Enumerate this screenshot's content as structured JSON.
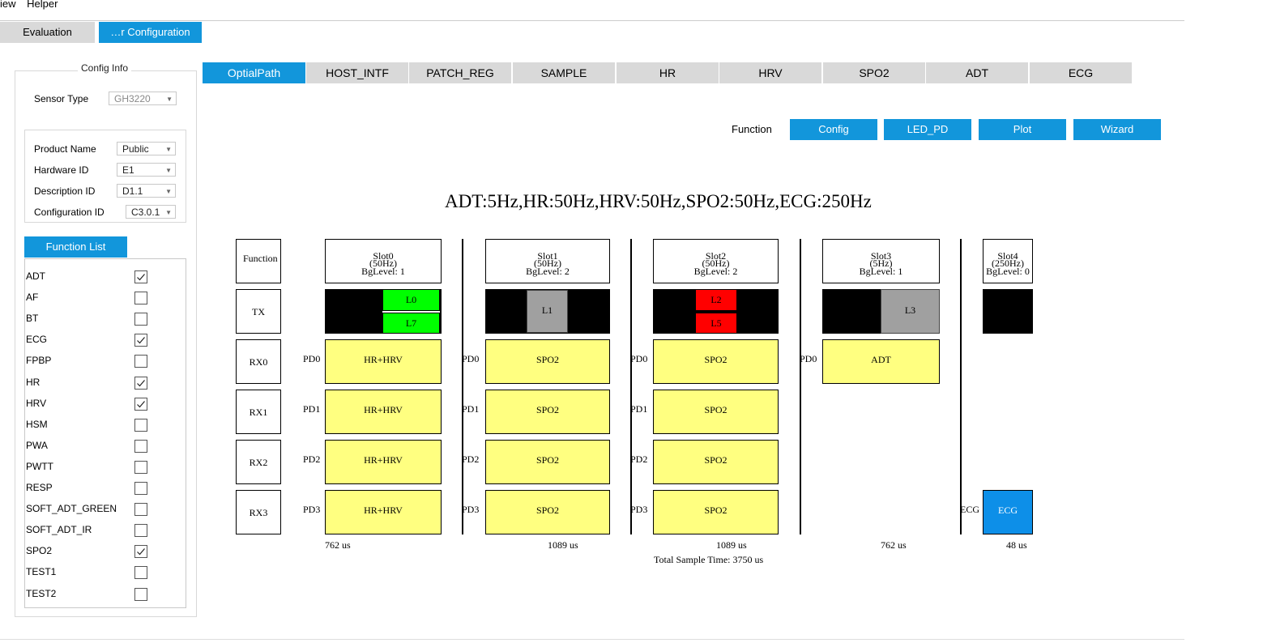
{
  "menu": [
    "iew",
    "Helper"
  ],
  "main_tabs": [
    {
      "label": "Evaluation",
      "active": false
    },
    {
      "label": "…r Configuration",
      "active": true
    }
  ],
  "config_info": {
    "title": "Config Info",
    "sensor_type": {
      "label": "Sensor Type",
      "value": "GH3220"
    },
    "product_name": {
      "label": "Product Name",
      "value": "Public"
    },
    "hardware_id": {
      "label": "Hardware ID",
      "value": "E1"
    },
    "description_id": {
      "label": "Description ID",
      "value": "D1.1"
    },
    "configuration_id": {
      "label": "Configuration ID",
      "value": "C3.0.1"
    }
  },
  "function_list": {
    "title": "Function List",
    "items": [
      {
        "name": "ADT",
        "checked": true
      },
      {
        "name": "AF",
        "checked": false
      },
      {
        "name": "BT",
        "checked": false
      },
      {
        "name": "ECG",
        "checked": true
      },
      {
        "name": "FPBP",
        "checked": false
      },
      {
        "name": "HR",
        "checked": true
      },
      {
        "name": "HRV",
        "checked": true
      },
      {
        "name": "HSM",
        "checked": false
      },
      {
        "name": "PWA",
        "checked": false
      },
      {
        "name": "PWTT",
        "checked": false
      },
      {
        "name": "RESP",
        "checked": false
      },
      {
        "name": "SOFT_ADT_GREEN",
        "checked": false
      },
      {
        "name": "SOFT_ADT_IR",
        "checked": false
      },
      {
        "name": "SPO2",
        "checked": true
      },
      {
        "name": "TEST1",
        "checked": false
      },
      {
        "name": "TEST2",
        "checked": false
      }
    ]
  },
  "sub_tabs": [
    "OptialPath",
    "HOST_INTF",
    "PATCH_REG",
    "SAMPLE",
    "HR",
    "HRV",
    "SPO2",
    "ADT",
    "ECG"
  ],
  "function_bar": {
    "label": "Function",
    "buttons": [
      "Config",
      "LED_PD",
      "Plot",
      "Wizard"
    ]
  },
  "frequency_summary": "ADT:5Hz,HR:50Hz,HRV:50Hz,SPO2:50Hz,ECG:250Hz",
  "diagram": {
    "row_labels": [
      "Function",
      "TX",
      "RX0",
      "RX1",
      "RX2",
      "RX3"
    ],
    "slots": [
      {
        "name": "Slot0",
        "rate": "(50Hz)",
        "bg": "BgLevel: 1",
        "leds": [
          "L0",
          "L7"
        ],
        "pd": [
          "PD0",
          "PD1",
          "PD2",
          "PD3"
        ],
        "rx": [
          "HR+HRV",
          "HR+HRV",
          "HR+HRV",
          "HR+HRV"
        ],
        "time": "762 us"
      },
      {
        "name": "Slot1",
        "rate": "(50Hz)",
        "bg": "BgLevel: 2",
        "leds": [
          "L1"
        ],
        "pd": [
          "PD0",
          "PD1",
          "PD2",
          "PD3"
        ],
        "rx": [
          "SPO2",
          "SPO2",
          "SPO2",
          "SPO2"
        ],
        "time": "1089 us"
      },
      {
        "name": "Slot2",
        "rate": "(50Hz)",
        "bg": "BgLevel: 2",
        "leds": [
          "L2",
          "L5"
        ],
        "pd": [
          "PD0",
          "PD1",
          "PD2",
          "PD3"
        ],
        "rx": [
          "SPO2",
          "SPO2",
          "SPO2",
          "SPO2"
        ],
        "time": "1089 us"
      },
      {
        "name": "Slot3",
        "rate": "(5Hz)",
        "bg": "BgLevel: 1",
        "leds": [
          "L3"
        ],
        "pd": [
          "PD0"
        ],
        "rx": [
          "ADT"
        ],
        "time": "762 us"
      },
      {
        "name": "Slot4",
        "rate": "(250Hz)",
        "bg": "BgLevel: 0",
        "leds": [],
        "pd": [
          "ECG"
        ],
        "rx": [
          "ECG"
        ],
        "time": "48 us"
      }
    ],
    "total": "Total Sample Time: 3750 us",
    "colors": {
      "green": "#00ff00",
      "red": "#ff0000",
      "gray": "#a0a0a0",
      "yellow": "#ffff80",
      "blue": "#0d8fe8",
      "accent": "#1296db"
    }
  }
}
